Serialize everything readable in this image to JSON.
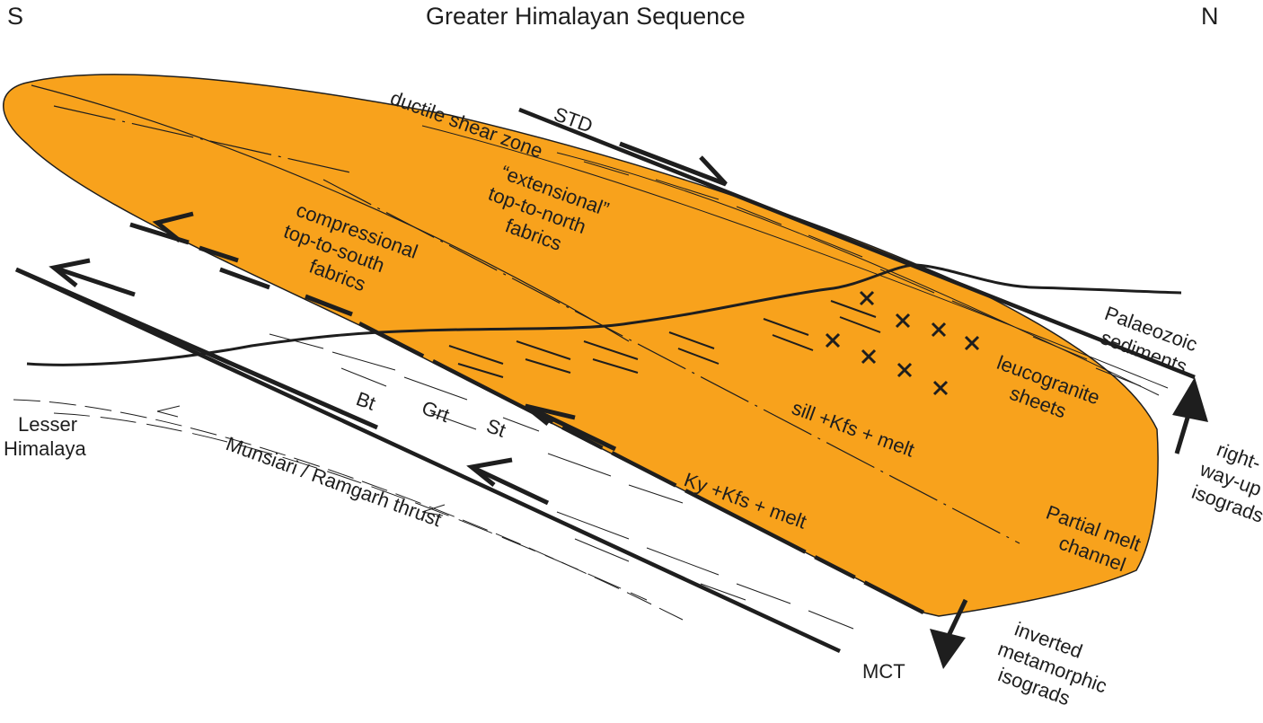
{
  "title": "Greater Himalayan Sequence",
  "orientation": {
    "south": "S",
    "north": "N"
  },
  "colors": {
    "melt_channel": "#f8a21c",
    "line": "#1e1e1e",
    "background": "#ffffff"
  },
  "labels": {
    "std": "STD",
    "ductile_shear_zone": "ductile shear zone",
    "extensional": [
      "“extensional”",
      "top-to-north",
      "fabrics"
    ],
    "compressional": [
      "compressional",
      "top-to-south",
      "fabrics"
    ],
    "palaeozoic": [
      "Palaeozoic",
      "sediments"
    ],
    "leucogranite": [
      "leucogranite",
      "sheets"
    ],
    "sill_isograd": "sill +Kfs + melt",
    "ky_isograd": "Ky +Kfs + melt",
    "partial_melt": [
      "Partial melt",
      "channel"
    ],
    "right_way_up": [
      "right-",
      "way-up",
      "isograds"
    ],
    "lesser_himalaya": [
      "Lesser",
      "Himalaya"
    ],
    "munsiari": "Munsiari / Ramgarh thrust",
    "mct": "MCT",
    "inverted": [
      "inverted",
      "metamorphic",
      "isograds"
    ],
    "bt": "Bt",
    "grt": "Grt",
    "st": "St"
  },
  "icons": {
    "leucogranite_marker": "cross-mark",
    "shear_sense": "paired-half-arrow",
    "movement": "half-arrow"
  }
}
